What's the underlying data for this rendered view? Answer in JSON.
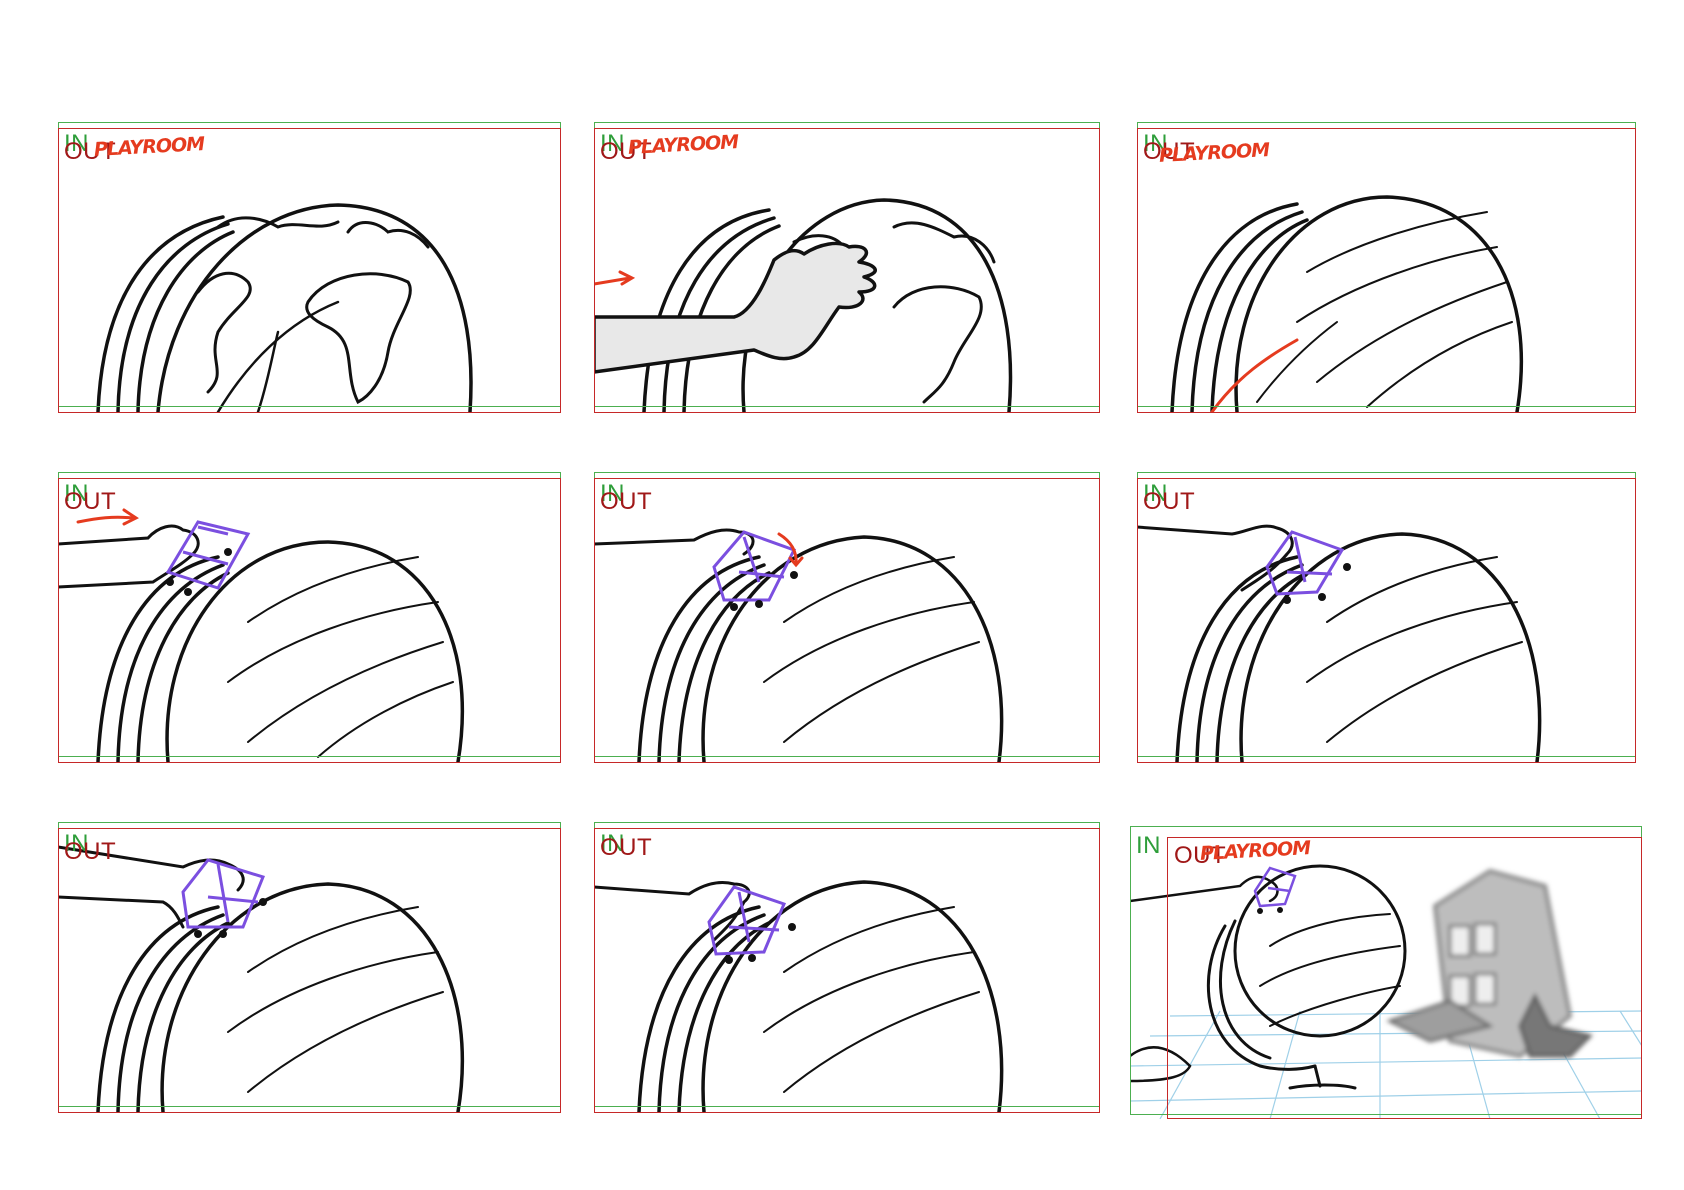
{
  "panels": [
    {
      "id": 1,
      "in_label": "IN",
      "out_label": "OUT",
      "note": "PLAYROOM"
    },
    {
      "id": 2,
      "in_label": "IN",
      "out_label": "OUT",
      "note": "PLAYROOM"
    },
    {
      "id": 3,
      "in_label": "IN",
      "out_label": "OUT",
      "note": "PLAYROOM"
    },
    {
      "id": 4,
      "in_label": "IN",
      "out_label": "OUT"
    },
    {
      "id": 5,
      "in_label": "IN",
      "out_label": "OUT"
    },
    {
      "id": 6,
      "in_label": "IN",
      "out_label": "OUT"
    },
    {
      "id": 7,
      "in_label": "IN",
      "out_label": "OUT"
    },
    {
      "id": 8,
      "in_label": "IN",
      "out_label": "OUT"
    },
    {
      "id": 9,
      "in_label": "IN",
      "out_label": "OUT",
      "note": "PLAYROOM"
    }
  ],
  "colors": {
    "in_frame": "#4caf50",
    "out_frame": "#c62828",
    "annotation": "#e53b1f",
    "toy_car": "#7b4fe0",
    "floor_grid": "#9fd0e8",
    "ink": "#111111"
  }
}
